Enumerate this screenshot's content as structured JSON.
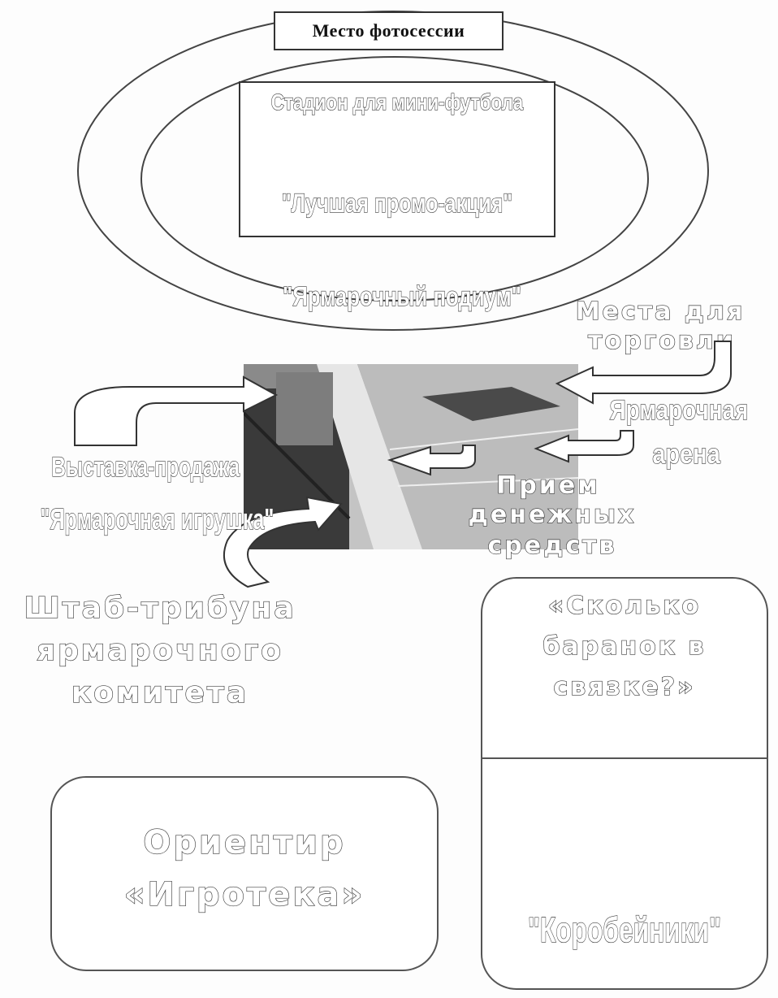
{
  "photo_area": {
    "title": "Место фотосессии"
  },
  "stadium": {
    "title": "Стадион для мини-футбола",
    "subtitle": "\"Лучшая промо-акция\""
  },
  "podium": {
    "label": "\"Ярмарочный подиум\""
  },
  "trade_places": {
    "line1": "Места для",
    "line2": "торговли"
  },
  "arena": {
    "line1": "Ярмарочная",
    "line2": "арена"
  },
  "exhibition": {
    "line1": "Выставка-продажа",
    "line2": "\"Ярмарочная игрушка\""
  },
  "money": {
    "line1": "Прием",
    "line2": "денежных",
    "line3": "средств"
  },
  "headquarters": {
    "line1": "Штаб-трибуна",
    "line2": "ярмарочного",
    "line3": "комитета"
  },
  "bagels": {
    "line1": "«Сколько",
    "line2": "баранок в",
    "line3": "связке?»"
  },
  "peddlers": {
    "label": "\"Коробейники\""
  },
  "landmark": {
    "line1": "Ориентир",
    "line2": "«Игротека»"
  }
}
